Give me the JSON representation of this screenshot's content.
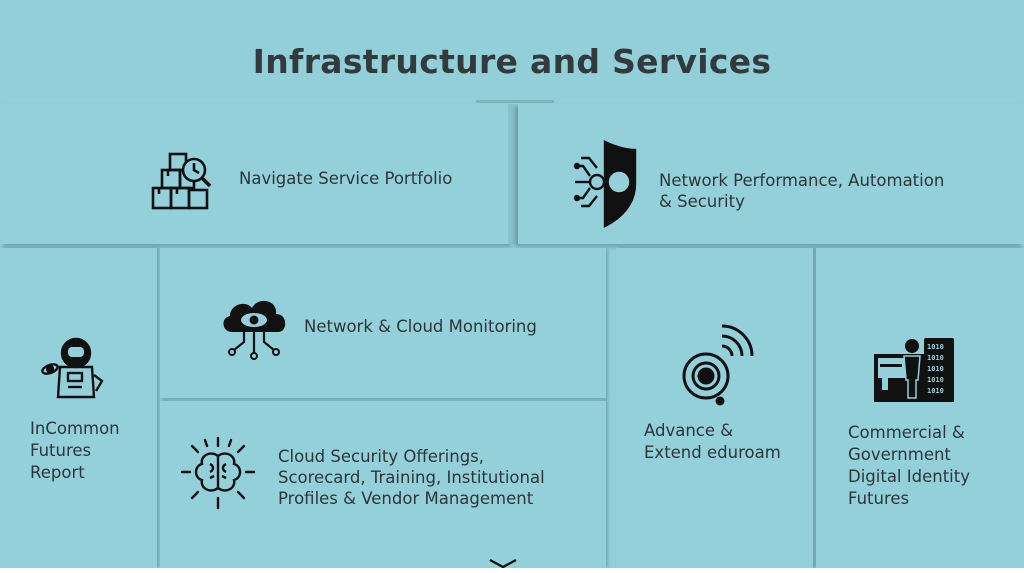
{
  "title": "Infrastructure and Services",
  "tiles": {
    "navigate": {
      "label": "Navigate Service Portfolio",
      "icon": "boxes-clock-icon"
    },
    "network_perf": {
      "line1": "Network Performance, Automation",
      "line2": "& Security",
      "icon": "circuit-shield-icon"
    },
    "incommon": {
      "line1": "InCommon",
      "line2": "Futures",
      "line3": "Report",
      "icon": "astronaut-icon"
    },
    "cloud_monitoring": {
      "label": "Network & Cloud Monitoring",
      "icon": "cloud-eye-icon"
    },
    "cloud_security": {
      "line1": "Cloud Security Offerings,",
      "line2": "Scorecard, Training, Institutional",
      "line3": "Profiles & Vendor Management",
      "icon": "brain-icon"
    },
    "eduroam": {
      "line1": "Advance &",
      "line2": "Extend eduroam",
      "icon": "wifi-orbit-icon"
    },
    "identity": {
      "line1": "Commercial &",
      "line2": "Government",
      "line3": "Digital Identity",
      "line4": "Futures",
      "icon": "digital-identity-icon"
    }
  },
  "colors": {
    "background": "#93cfd9",
    "text": "#2e3538",
    "icon": "#111111"
  }
}
